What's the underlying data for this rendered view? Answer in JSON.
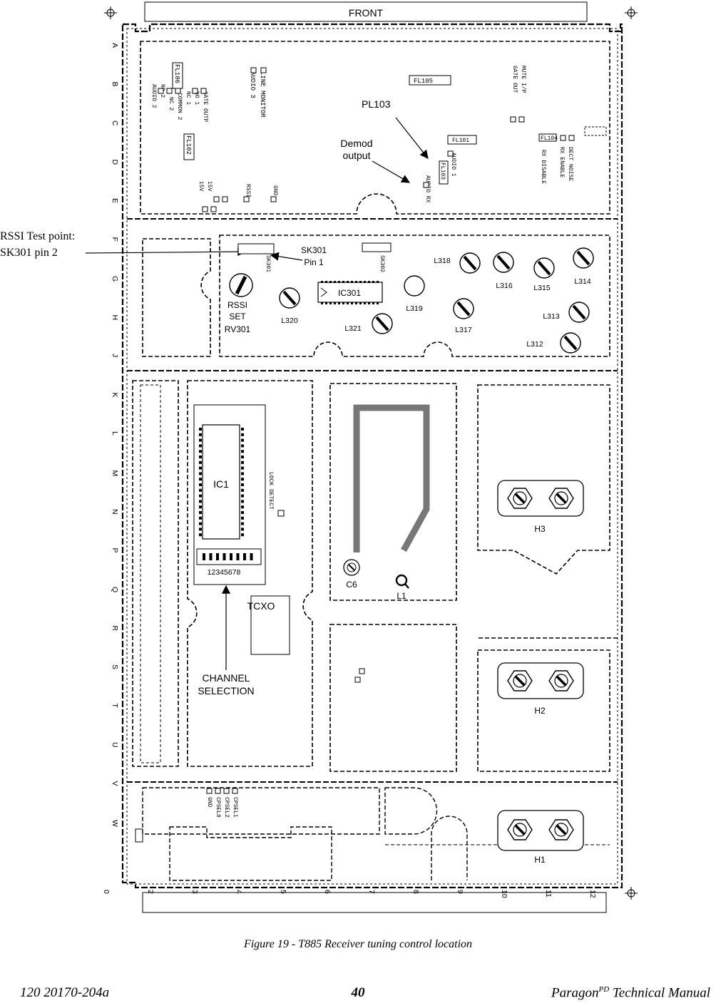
{
  "front_label": "FRONT",
  "callouts": {
    "rssi_test_point_line1": "RSSI Test point:",
    "rssi_test_point_line2": "SK301 pin 2",
    "pl103": "PL103",
    "demod_line1": "Demod",
    "demod_line2": "output",
    "sk301_line1": "SK301",
    "sk301_line2": "Pin 1",
    "channel_line1": "CHANNEL",
    "channel_line2": "SELECTION"
  },
  "components": {
    "rssi_line1": "RSSI",
    "rssi_line2": "SET",
    "rssi_line3": "RV301",
    "ic301": "IC301",
    "ic1": "IC1",
    "tcxo": "TCXO",
    "dip_numbers": "12345678",
    "c6": "C6",
    "l1": "L1",
    "h1": "H1",
    "h2": "H2",
    "h3": "H3",
    "l312": "L312",
    "l313": "L313",
    "l314": "L314",
    "l315": "L315",
    "l316": "L316",
    "l317": "L317",
    "l318": "L318",
    "l319": "L319",
    "l320": "L320",
    "l321": "L321"
  },
  "side_letters": [
    "A",
    "B",
    "C",
    "D",
    "E",
    "F",
    "G",
    "H",
    "J",
    "K",
    "L",
    "M",
    "N",
    "P",
    "Q",
    "R",
    "S",
    "T",
    "U",
    "V",
    "W"
  ],
  "bottom_numbers": [
    "0",
    "2",
    "3",
    "4",
    "5",
    "6",
    "7",
    "8",
    "9",
    "10",
    "11",
    "12"
  ],
  "silkscreen": {
    "fl106": "FL106",
    "fl102": "FL102",
    "fl105": "FL105",
    "fl101": "FL101",
    "fl103": "FL103",
    "fl104": "FL104",
    "sk301": "SK301",
    "sk302": "SK302",
    "audio3": "AUDIO 3",
    "line_monitor": "LINE MONITOR",
    "audio2": "AUDIO 2",
    "no2": "NO 2",
    "nc2": "NC 2",
    "common2": "COMMON 2",
    "nc1": "NC 1",
    "no1": "NO 1",
    "gate_outp": "GATE OUTP",
    "rssi": "RSSI",
    "gnd": "GND",
    "v_sw": "15V",
    "audio1": "AUDIO 1",
    "audio_rx": "AUDIO RX",
    "mute_ip": "MUTE I/P",
    "gate_out": "GATE OUT",
    "rx_disable": "RX DISABLE",
    "rx_enable": "RX ENABLE",
    "dect_noise": "DECT NOISE",
    "lock_detect": "LOCK DETECT",
    "cpsel1": "CPSEL1",
    "cpsel2": "CPSEL2",
    "cpsel8": "CPSEL8",
    "gnd2": "GND"
  },
  "caption": "Figure 19 - T885 Receiver tuning control location",
  "footer": {
    "doc_number": "120 20170-204a",
    "page_number": "40",
    "manual_prefix": "Paragon",
    "manual_sup": "PD",
    "manual_suffix": " Technical Manual"
  }
}
